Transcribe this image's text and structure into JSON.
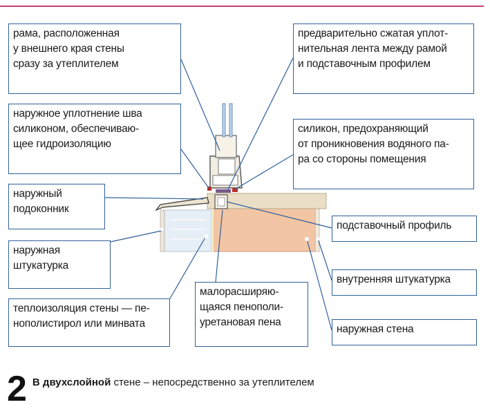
{
  "callouts": {
    "frame": [
      "рама, расположенная",
      "у внешнего края стены",
      "сразу за утеплителем"
    ],
    "compressed_tape": [
      "предварительно сжатая уплот-",
      "нительная лента между рамой",
      "и подставочным профилем"
    ],
    "silicone_outer": [
      "наружное уплотнение шва",
      "силиконом, обеспечиваю-",
      "щее гидроизоляцию"
    ],
    "silicone_inner": [
      "силикон, предохраняющий",
      "от проникновения водяного па-",
      "ра со стороны помещения"
    ],
    "outer_sill": [
      "наружный",
      "подоконник"
    ],
    "support_profile": [
      "подставочный профиль"
    ],
    "outer_plaster": [
      "наружная",
      "штукатурка"
    ],
    "inner_plaster": [
      "внутренняя штукатурка"
    ],
    "insulation": [
      "теплоизоляция стены — пе-",
      "нополистирол или минвата"
    ],
    "foam": [
      "малорасширяю-",
      "щаяся пенополи-",
      "уретановая пена"
    ],
    "outer_wall": [
      "наружная стена"
    ]
  },
  "caption": {
    "number": "2",
    "bold": "В двухслойной",
    "rest": " стене – непосредственно за утеплителем"
  },
  "colors": {
    "accent_rule": "#c23d74",
    "callout_border": "#2f5f9a",
    "leader_line": "#2f5f9a",
    "wall": "#f2c5a4",
    "insulation": "#e6eef6",
    "sill": "#eadfc6",
    "frame": "#f3eee2",
    "seal": "#b5322e",
    "glass": "#bcd4ec"
  }
}
